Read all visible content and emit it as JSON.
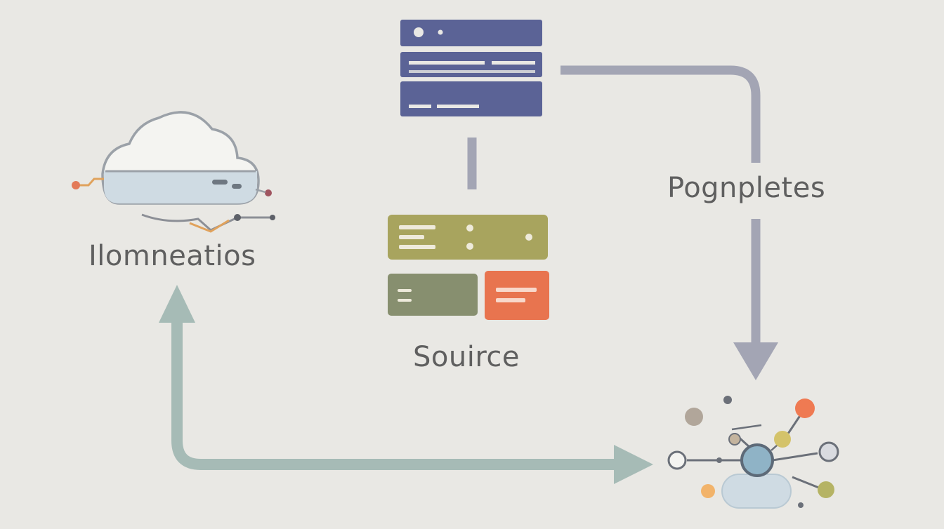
{
  "labels": {
    "cloud": "Ilomneatios",
    "source": "Souirce",
    "flow": "Pognpletes"
  },
  "icons": {
    "document": "document-window-icon",
    "cloud": "cloud-storage-icon",
    "source": "source-blocks-icon",
    "network": "network-graph-icon"
  },
  "colors": {
    "background": "#e9e8e4",
    "document": "#5b6396",
    "olive": "#a8a45e",
    "sage": "#878f6f",
    "orange": "#e8744f",
    "cloud_fill": "#cfdbe3",
    "arrow_gray": "#a3a5b4",
    "arrow_teal": "#a6bbb6",
    "text": "#5f5f5f"
  }
}
